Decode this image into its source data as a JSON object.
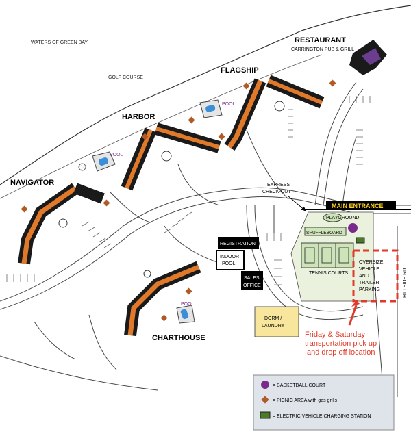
{
  "labels": {
    "waters": "WATERS OF GREEN BAY",
    "golf": "GOLF COURSE",
    "restaurant": "RESTAURANT",
    "restaurant_sub": "CARRINGTON PUB & GRILL",
    "flagship": "FLAGSHIP",
    "harbor": "HARBOR",
    "navigator": "NAVIGATOR",
    "charthouse": "CHARTHOUSE",
    "pool": "POOL",
    "express_1": "EXPRESS",
    "express_2": "CHECK-OUT",
    "main_entrance": "MAIN ENTRANCE",
    "playground": "PLAYGROUND",
    "shuffleboard": "SHUFFLEBOARD",
    "tennis": "TENNIS COURTS",
    "registration": "REGISTRATION",
    "indoor_pool_1": "INDOOR",
    "indoor_pool_2": "POOL",
    "sales_1": "SALES",
    "sales_2": "OFFICE",
    "dorm_1": "DORM /",
    "dorm_2": "LAUNDRY",
    "oversize_1": "OVERSIZE",
    "oversize_2": "VEHICLE",
    "oversize_3": "AND",
    "oversize_4": "TRAILER",
    "oversize_5": "PARKING",
    "hillside": "HILLSIDE RD",
    "transport_1": "Friday & Saturday",
    "transport_2": "transportation pick up",
    "transport_3": "and drop off location"
  },
  "legend": {
    "basketball": "= BASKETBALL COURT",
    "picnic": "= PICNIC AREA with gas grills",
    "ev": "= ELECTRIC VEHICLE CHARGING STATION"
  },
  "colors": {
    "building_orange": "#e07a2a",
    "building_black": "#1a1a1a",
    "main_entrance_bg": "#000000",
    "main_entrance_text": "#ffd21f",
    "annotation_red": "#e03a2a",
    "basketball_purple": "#7a2a8a",
    "picnic_brown": "#b05a26",
    "dorm_yellow": "#f7e69c",
    "legend_bg": "#dfe3ea",
    "pool_blue": "#3a8fd6",
    "green_area": "#cde3b8",
    "restaurant_purple": "#6a3d8f"
  }
}
